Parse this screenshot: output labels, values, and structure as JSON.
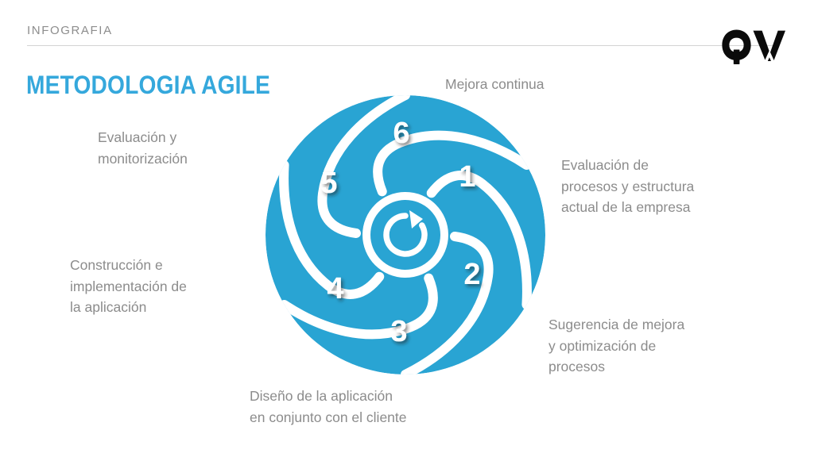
{
  "header": {
    "kicker": "INFOGRAFIA",
    "title": "METODOLOGIA AGILE",
    "logo_text": "QV"
  },
  "colors": {
    "brand_blue": "#29a4d3",
    "title_blue": "#35a8dc",
    "text_gray": "#8c8c8c",
    "kicker_gray": "#8d8d8d",
    "rule_gray": "#d3d3d3",
    "logo_black": "#0b0b0b",
    "background": "#ffffff"
  },
  "center_icon": "refresh-rotate-icon",
  "wheel": {
    "type": "aperture-iris",
    "blade_count": 6,
    "blades": [
      {
        "number": "1",
        "label": "Evaluación de\nprocesos y estructura\nactual de la empresa"
      },
      {
        "number": "2",
        "label": "Sugerencia de mejora\ny optimización de\nprocesos"
      },
      {
        "number": "3",
        "label": "Diseño de la aplicación\nen conjunto con el cliente"
      },
      {
        "number": "4",
        "label": "Construcción e\nimplementación de\nla aplicación"
      },
      {
        "number": "5",
        "label": "Evaluación y\nmonitorización"
      },
      {
        "number": "6",
        "label": "Mejora continua"
      }
    ]
  }
}
